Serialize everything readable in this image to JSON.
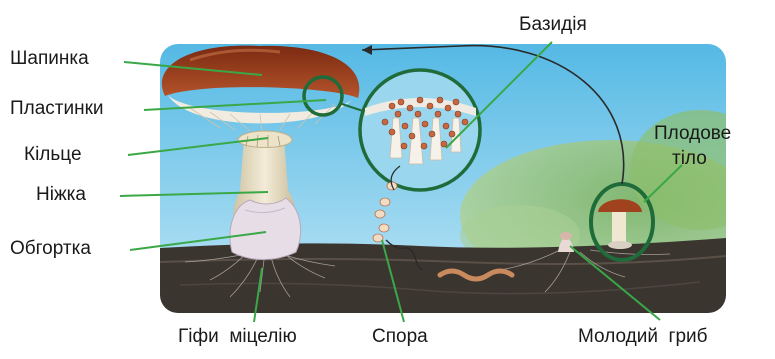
{
  "labels": {
    "cap": "Шапинка",
    "gills": "Пластинки",
    "ring": "Кільце",
    "stem": "Ніжка",
    "volva": "Обгортка",
    "hyphae": "Гіфи  міцелію",
    "spore": "Спора",
    "young": "Молодий  гриб",
    "basidium": "Базидія",
    "fruit_line1": "Плодове",
    "fruit_line2": "тіло"
  },
  "colors": {
    "leader": "#3aa847",
    "highlight_ring": "#1f6b3a",
    "sky": "#8fd1ee",
    "soil": "#3b3530",
    "cap": "#9c3b1c"
  }
}
